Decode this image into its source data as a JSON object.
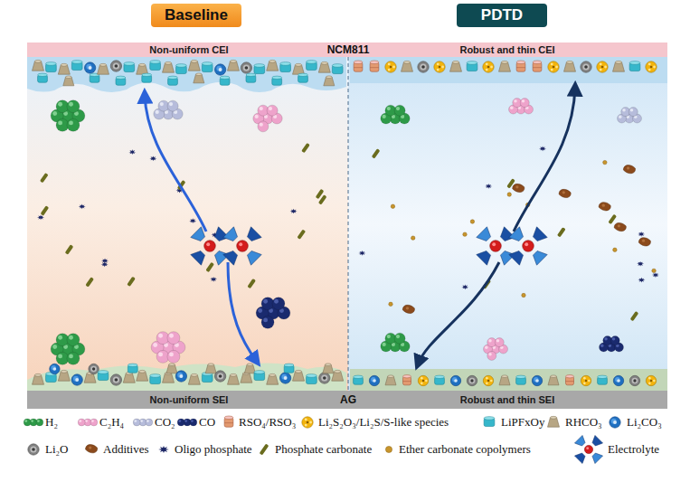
{
  "diagram": {
    "nodes": [
      {
        "text": [
          "Baseline"
        ]
      },
      {
        "text": [
          "PDTD"
        ]
      },
      {
        "text": [
          "Non-uniform CEI"
        ]
      },
      {
        "text": [
          "NCM811"
        ]
      },
      {
        "text": [
          "Robust and thin CEI"
        ]
      },
      {
        "text": [
          "Non-uniform SEI"
        ]
      },
      {
        "text": [
          "AG"
        ]
      },
      {
        "text": [
          "Robust and thin SEI"
        ]
      }
    ],
    "legend": [
      {
        "text": "H₂"
      },
      {
        "text": "C₂H₄"
      },
      {
        "text": "CO₂"
      },
      {
        "text": "CO"
      },
      {
        "text": "RSO₄/RSO₃"
      },
      {
        "text": "Li₂S₂O₃/Li₂S/S-like species"
      },
      {
        "text": "LiPFxOy"
      },
      {
        "text": "RHCO₃"
      },
      {
        "text": "Li₂CO₃"
      },
      {
        "text": "Li₂O"
      },
      {
        "text": "Additives"
      },
      {
        "text": "Oligo phosphate"
      },
      {
        "text": "Phosphate carbonate"
      },
      {
        "text": "Ether carbonate copolymers"
      },
      {
        "text": "Electrolyte"
      }
    ]
  }
}
